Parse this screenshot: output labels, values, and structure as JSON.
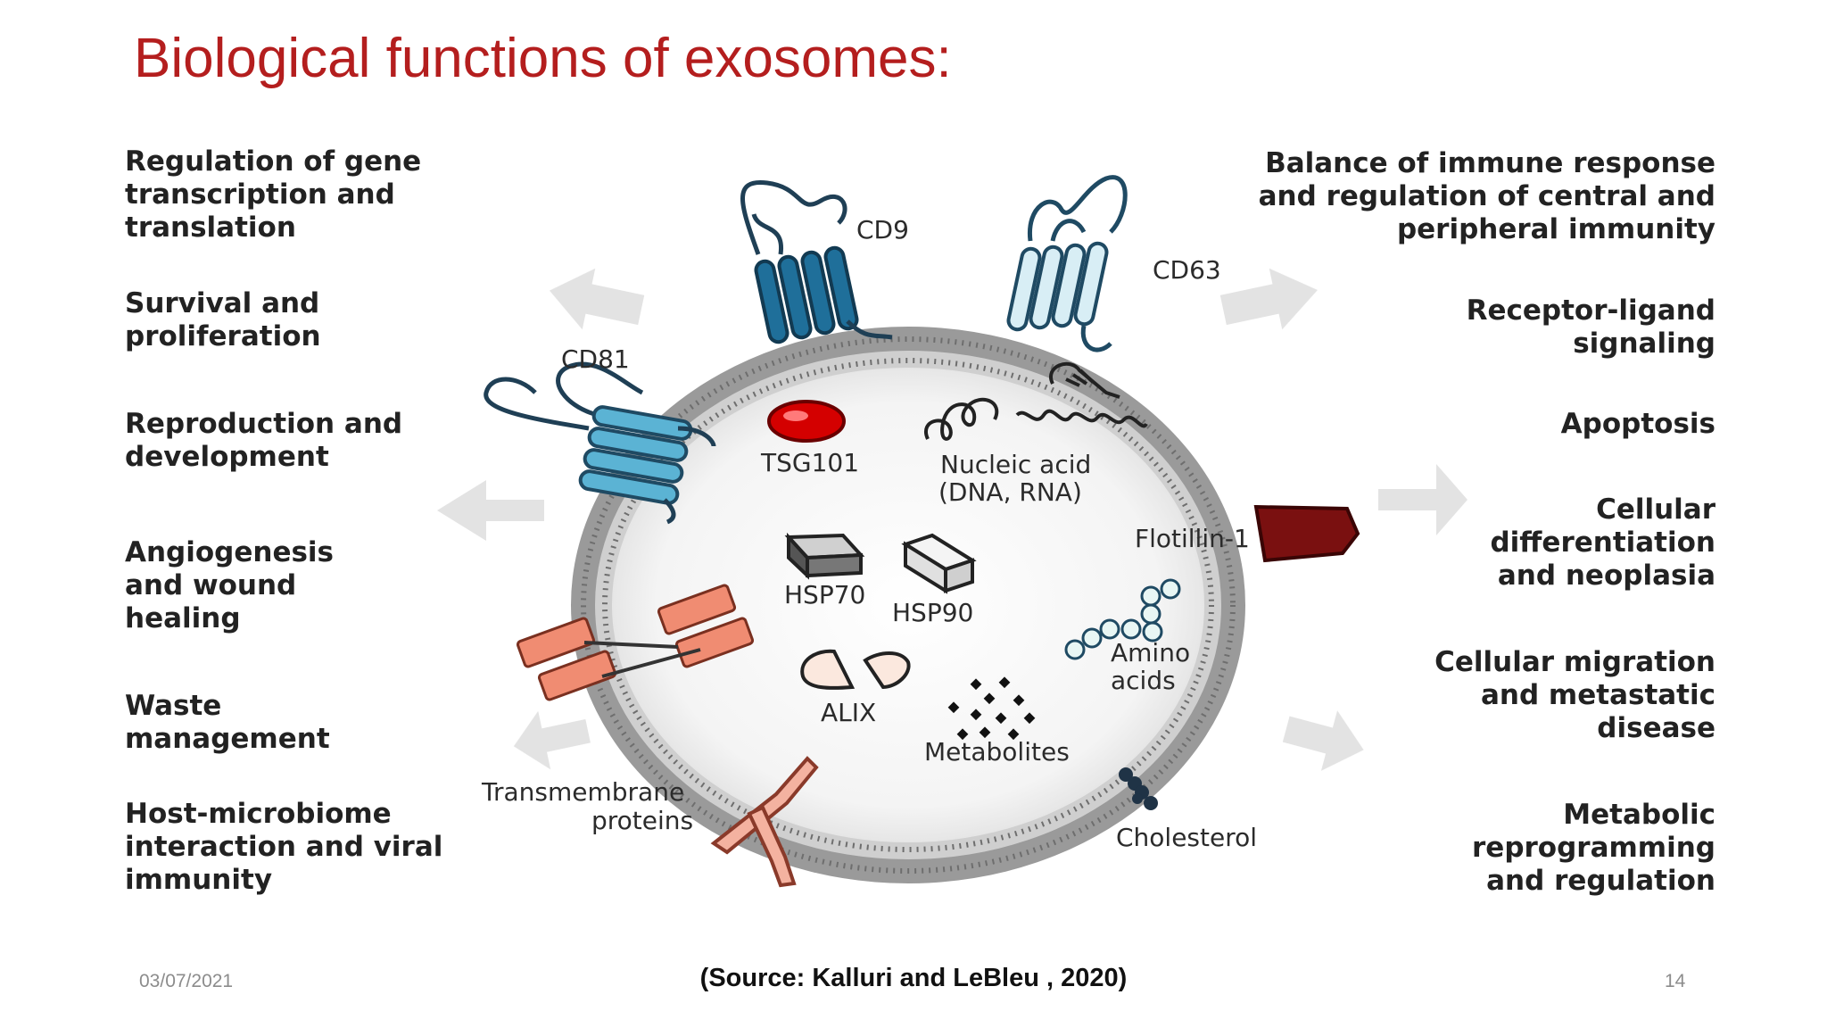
{
  "slide": {
    "title": "Biological functions of exosomes:",
    "date": "03/07/2021",
    "source": "(Source: Kalluri and LeBleu , 2020)",
    "page_number": "14"
  },
  "functions_left": [
    "Regulation of gene\ntranscription and\ntranslation",
    "Survival and\nproliferation",
    "Reproduction and\ndevelopment",
    "Angiogenesis\nand wound\nhealing",
    "Waste\nmanagement",
    "Host-microbiome\ninteraction and viral\nimmunity"
  ],
  "functions_right": [
    "Balance of immune response\nand regulation of central and\nperipheral immunity",
    "Receptor-ligand\nsignaling",
    "Apoptosis",
    "Cellular\ndifferentiation\nand neoplasia",
    "Cellular migration\nand metastatic\ndisease",
    "Metabolic\nreprogramming\nand regulation"
  ],
  "components": {
    "cd9": "CD9",
    "cd63": "CD63",
    "cd81": "CD81",
    "tsg101": "TSG101",
    "nucleic_acid_1": "Nucleic acid",
    "nucleic_acid_2": "(DNA, RNA)",
    "flotillin": "Flotillin-1",
    "hsp70": "HSP70",
    "hsp90": "HSP90",
    "amino_acids_1": "Amino",
    "amino_acids_2": "acids",
    "alix": "ALIX",
    "metabolites": "Metabolites",
    "transmembrane_1": "Transmembrane",
    "transmembrane_2": "proteins",
    "cholesterol": "Cholesterol"
  },
  "colors": {
    "title": "#b41e1e",
    "membrane": "#9a9a9a",
    "tetraspanin_dark": "#1f6f9a",
    "tetraspanin_light": "#cfe9f2",
    "tetraspanin_mid": "#5bb3d4",
    "tsg101": "#d40000",
    "flotillin": "#7a1010",
    "transmembrane": "#f08c72"
  }
}
